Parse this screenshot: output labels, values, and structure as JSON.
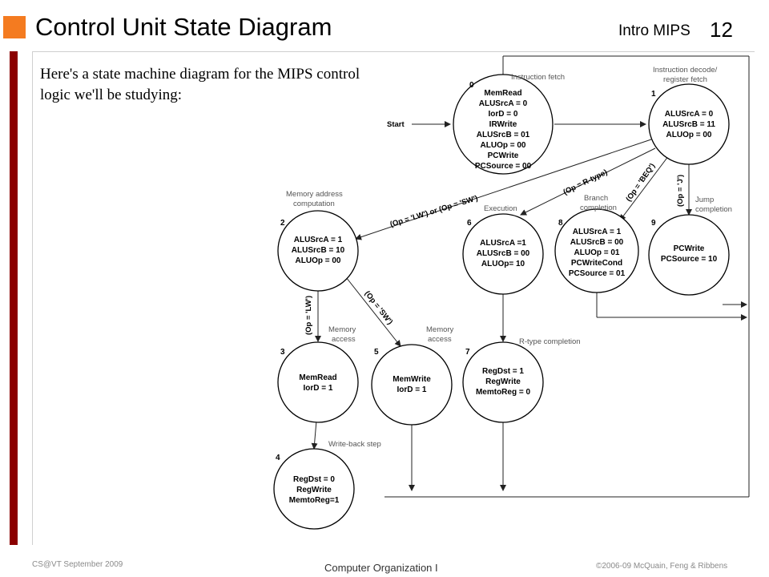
{
  "header": {
    "title": "Control Unit State Diagram",
    "course": "Intro MIPS",
    "page_number": "12"
  },
  "intro_text": "Here's a state machine diagram for the MIPS control logic we'll be studying:",
  "footer": {
    "left": "CS@VT September 2009",
    "center": "Computer Organization I",
    "right": "©2006-09  McQuain, Feng & Ribbens"
  },
  "diagram": {
    "start_label": "Start",
    "states": [
      {
        "id": "0",
        "label": "Instruction fetch",
        "signals": [
          "MemRead",
          "ALUSrcA = 0",
          "IorD = 0",
          "IRWrite",
          "ALUSrcB = 01",
          "ALUOp = 00",
          "PCWrite",
          "PCSource = 00"
        ]
      },
      {
        "id": "1",
        "label": "Instruction decode/ register fetch",
        "signals": [
          "ALUSrcA = 0",
          "ALUSrcB = 11",
          "ALUOp = 00"
        ]
      },
      {
        "id": "2",
        "label": "Memory address computation",
        "signals": [
          "ALUSrcA = 1",
          "ALUSrcB = 10",
          "ALUOp = 00"
        ]
      },
      {
        "id": "6",
        "label": "Execution",
        "signals": [
          "ALUSrcA =1",
          "ALUSrcB = 00",
          "ALUOp= 10"
        ]
      },
      {
        "id": "8",
        "label": "Branch completion",
        "signals": [
          "ALUSrcA = 1",
          "ALUSrcB = 00",
          "ALUOp = 01",
          "PCWriteCond",
          "PCSource = 01"
        ]
      },
      {
        "id": "9",
        "label": "Jump completion",
        "signals": [
          "PCWrite",
          "PCSource = 10"
        ]
      },
      {
        "id": "3",
        "label": "Memory access",
        "signals": [
          "MemRead",
          "IorD = 1"
        ]
      },
      {
        "id": "5",
        "label": "Memory access",
        "signals": [
          "MemWrite",
          "IorD = 1"
        ]
      },
      {
        "id": "7",
        "label": "R-type completion",
        "signals": [
          "RegDst = 1",
          "RegWrite",
          "MemtoReg = 0"
        ]
      },
      {
        "id": "4",
        "label": "Write-back step",
        "signals": [
          "RegDst = 0",
          "RegWrite",
          "MemtoReg=1"
        ]
      }
    ],
    "conditions": {
      "lw_sw": "(Op = 'LW') or (Op = 'SW')",
      "rtype": "(Op = R-type)",
      "beq": "(Op = 'BEQ')",
      "j": "(Op = 'J')",
      "lw": "(Op = 'LW')",
      "sw": "(Op = 'SW')"
    }
  }
}
